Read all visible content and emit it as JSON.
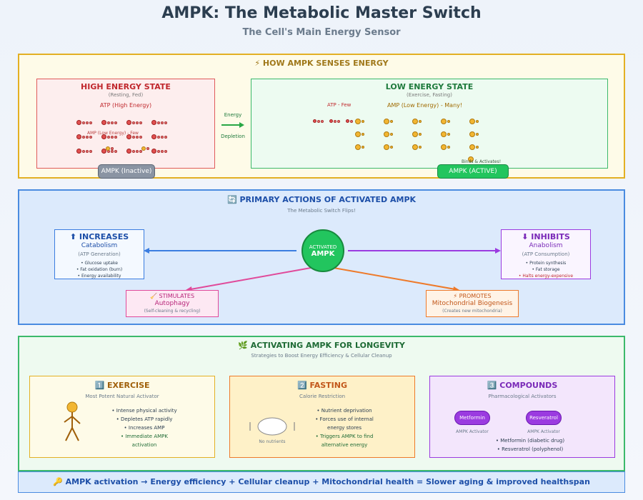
{
  "header": {
    "title": "AMPK: The Metabolic Master Switch",
    "subtitle": "The Cell's Main Energy Sensor"
  },
  "sensing": {
    "title": "⚡ HOW AMPK SENSES ENERGY",
    "high": {
      "title": "HIGH ENERGY STATE",
      "subtitle": "(Resting, Fed)",
      "atp_label": "ATP (High Energy)",
      "molecule": "ATP",
      "overlap_text": "AMP (Low Energy) - Few",
      "badge": "AMPK (Inactive)"
    },
    "arrow": {
      "top": "Energy",
      "bottom": "Depletion"
    },
    "low": {
      "title": "LOW ENERGY STATE",
      "subtitle": "(Exercise, Fasting)",
      "atp_label": "ATP - Few",
      "amp_label": "AMP (Low Energy) - Many!",
      "molecule": "AMP",
      "binds_text": "Binds & Activates!",
      "badge": "AMPK (ACTIVE)"
    }
  },
  "actions": {
    "title": "🔄 PRIMARY ACTIONS OF ACTIVATED AMPK",
    "subtitle": "The Metabolic Switch Flips!",
    "center": {
      "line1": "ACTIVATED",
      "line2": "AMPK"
    },
    "increases": {
      "title": "⬆ INCREASES",
      "subtitle": "Catabolism",
      "note": "(ATP Generation)",
      "bullets": [
        "• Glucose uptake",
        "• Fat oxidation (burn)",
        "• Energy availability"
      ]
    },
    "inhibits": {
      "title": "⬇ INHIBITS",
      "subtitle": "Anabolism",
      "note": "(ATP Consumption)",
      "bullets": [
        "• Protein synthesis",
        "• Fat storage",
        "• Halts energy-expensive"
      ]
    },
    "autophagy": {
      "title": "🧹 STIMULATES",
      "subtitle": "Autophagy",
      "note": "(Self-cleaning & recycling)"
    },
    "mito": {
      "title": "⚡ PROMOTES",
      "subtitle": "Mitochondrial Biogenesis",
      "note": "(Creates new mitochondria)"
    }
  },
  "longevity": {
    "title": "🌿 ACTIVATING AMPK FOR LONGEVITY",
    "subtitle": "Strategies to Boost Energy Efficiency & Cellular Cleanup",
    "exercise": {
      "title": "1️⃣ EXERCISE",
      "subtitle": "Most Potent Natural Activator",
      "bullets": [
        "• Intense physical activity",
        "• Depletes ATP rapidly",
        "• Increases AMP",
        "• Immediate AMPK",
        "activation"
      ]
    },
    "fasting": {
      "title": "2️⃣ FASTING",
      "subtitle": "Calorie Restriction",
      "plate_label": "No nutrients",
      "bullets": [
        "• Nutrient deprivation",
        "• Forces use of internal",
        "energy stores",
        "• Triggers AMPK to find",
        "alternative energy"
      ]
    },
    "compounds": {
      "title": "3️⃣ COMPOUNDS",
      "subtitle": "Pharmacological Activators",
      "pill1": "Metformin",
      "pill2": "Resveratrol",
      "pill_caption": "AMPK Activator",
      "bullets": [
        "• Metformin (diabetic drug)",
        "• Resveratrol (polyphenol)"
      ]
    }
  },
  "footer": {
    "text": "🔑 AMPK activation → Energy efficiency + Cellular cleanup + Mitochondrial health = Slower aging & improved healthspan"
  },
  "colors": {
    "high_border": "#e05a5a",
    "low_border": "#3cb96b",
    "increase_arrow": "#3b7de0",
    "inhibit_arrow": "#9b3be0",
    "autophagy_arrow": "#e04a9a",
    "mito_arrow": "#ee7a2a"
  }
}
